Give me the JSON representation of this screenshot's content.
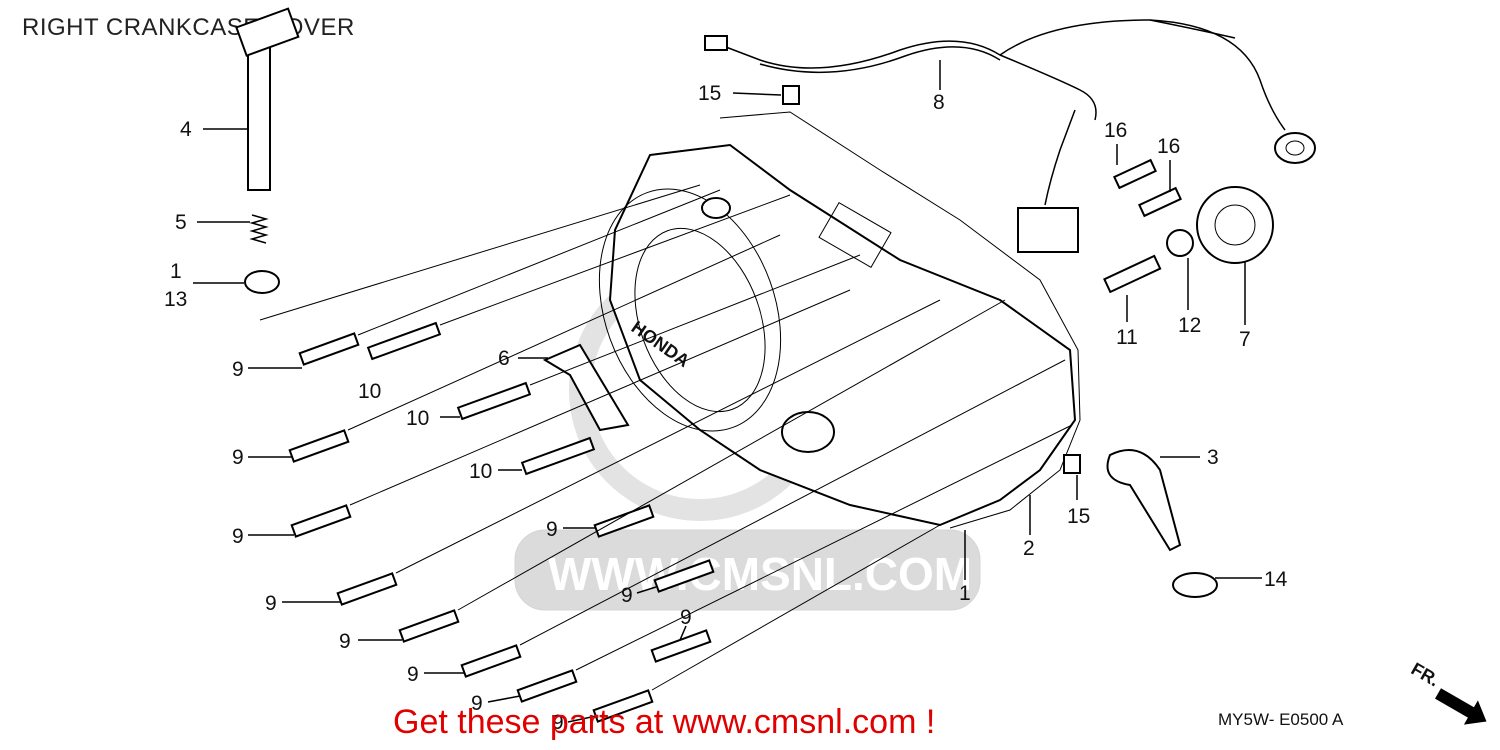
{
  "title": "RIGHT CRANKCASE COVER",
  "watermark": "WWW.CMSNL.COM",
  "brand": "HONDA",
  "promo": "Get these parts at www.cmsnl.com !",
  "diagram_code": "MY5W- E0500 A",
  "fr_label": "FR.",
  "accent_color": "#e00000",
  "callouts": [
    {
      "id": "c4",
      "text": "4"
    },
    {
      "id": "c5",
      "text": "5"
    },
    {
      "id": "c1a",
      "text": "1"
    },
    {
      "id": "c13",
      "text": "13"
    },
    {
      "id": "c15a",
      "text": "15"
    },
    {
      "id": "c8",
      "text": "8"
    },
    {
      "id": "c16a",
      "text": "16"
    },
    {
      "id": "c16b",
      "text": "16"
    },
    {
      "id": "c11",
      "text": "11"
    },
    {
      "id": "c12",
      "text": "12"
    },
    {
      "id": "c7",
      "text": "7"
    },
    {
      "id": "c3",
      "text": "3"
    },
    {
      "id": "c15b",
      "text": "15"
    },
    {
      "id": "c2",
      "text": "2"
    },
    {
      "id": "c1b",
      "text": "1"
    },
    {
      "id": "c14",
      "text": "14"
    },
    {
      "id": "c6",
      "text": "6"
    },
    {
      "id": "c9a",
      "text": "9"
    },
    {
      "id": "c10a",
      "text": "10"
    },
    {
      "id": "c10b",
      "text": "10"
    },
    {
      "id": "c9b",
      "text": "9"
    },
    {
      "id": "c10c",
      "text": "10"
    },
    {
      "id": "c9c",
      "text": "9"
    },
    {
      "id": "c9d",
      "text": "9"
    },
    {
      "id": "c9e",
      "text": "9"
    },
    {
      "id": "c9f",
      "text": "9"
    },
    {
      "id": "c9g",
      "text": "9"
    },
    {
      "id": "c9h",
      "text": "9"
    },
    {
      "id": "c9i",
      "text": "9"
    },
    {
      "id": "c9j",
      "text": "9"
    },
    {
      "id": "c9k",
      "text": "9"
    }
  ]
}
